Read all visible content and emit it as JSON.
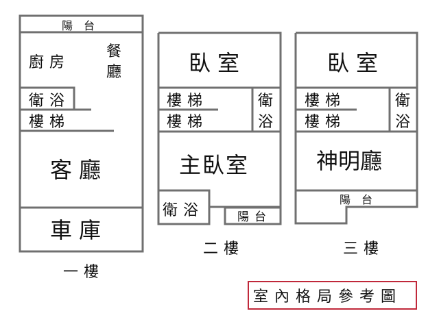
{
  "floor1": {
    "caption": "一樓",
    "balcony": "陽台",
    "kitchen": "廚房",
    "dining_1": "餐",
    "dining_2": "廳",
    "bathroom": "衛浴",
    "stairs": "樓梯",
    "living": "客廳",
    "garage": "車庫"
  },
  "floor2": {
    "caption": "二樓",
    "bedroom": "臥室",
    "stairs_1": "樓梯",
    "stairs_2": "樓梯",
    "bath_1": "衛",
    "bath_2": "浴",
    "master": "主臥室",
    "bathroom": "衛浴",
    "balcony": "陽台"
  },
  "floor3": {
    "caption": "三樓",
    "bedroom": "臥室",
    "stairs_1": "樓梯",
    "stairs_2": "樓梯",
    "bath_1": "衛",
    "bath_2": "浴",
    "shrine": "神明廳",
    "balcony": "陽台"
  },
  "title_box": {
    "label": "室內格局參考圖",
    "border_color": "#c0283a"
  }
}
